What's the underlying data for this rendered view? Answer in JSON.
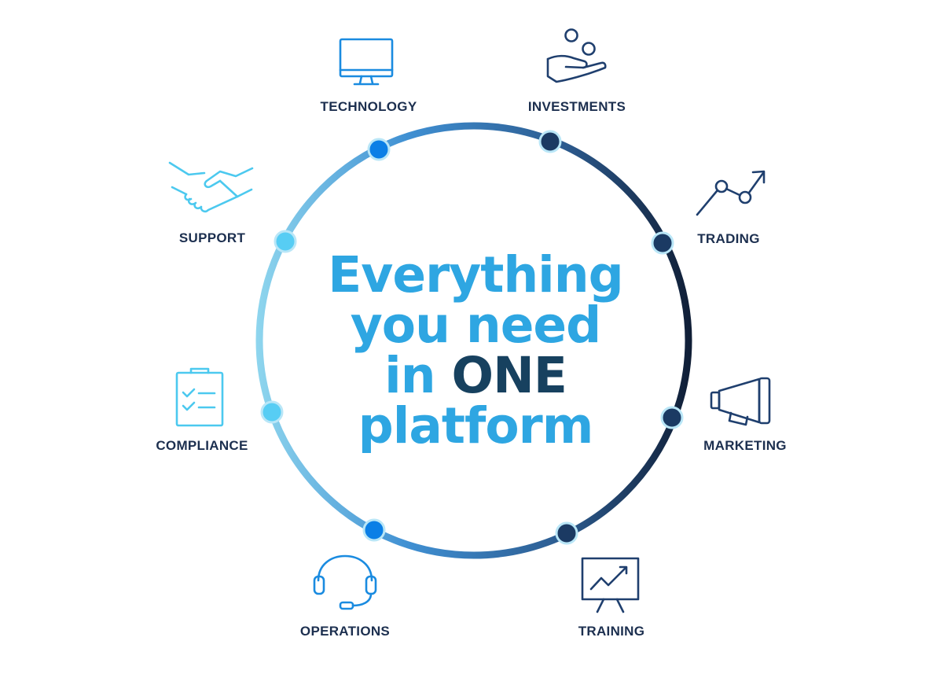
{
  "center": {
    "line1": "Everything",
    "line2": "you need",
    "line3_prefix": "in",
    "line3_accent": "ONE",
    "line4": "platform"
  },
  "items": [
    {
      "label": "TECHNOLOGY",
      "icon": "monitor-icon",
      "color": "#1a8be0"
    },
    {
      "label": "INVESTMENTS",
      "icon": "hand-coins-icon",
      "color": "#1f3f6e"
    },
    {
      "label": "TRADING",
      "icon": "trend-up-icon",
      "color": "#1f3f6e"
    },
    {
      "label": "MARKETING",
      "icon": "megaphone-icon",
      "color": "#1f3f6e"
    },
    {
      "label": "TRAINING",
      "icon": "presentation-board-icon",
      "color": "#1f3f6e"
    },
    {
      "label": "OPERATIONS",
      "icon": "headset-icon",
      "color": "#1a8be0"
    },
    {
      "label": "COMPLIANCE",
      "icon": "checklist-clipboard-icon",
      "color": "#4cc9ef"
    },
    {
      "label": "SUPPORT",
      "icon": "handshake-icon",
      "color": "#4cc9ef"
    }
  ],
  "colors": {
    "ring_light": "#8fd6ee",
    "ring_mid": "#3f8fd2",
    "ring_dark": "#0f1c33",
    "text_main": "#2ea6e2",
    "text_accent": "#17415f",
    "label": "#1c2f4f"
  }
}
